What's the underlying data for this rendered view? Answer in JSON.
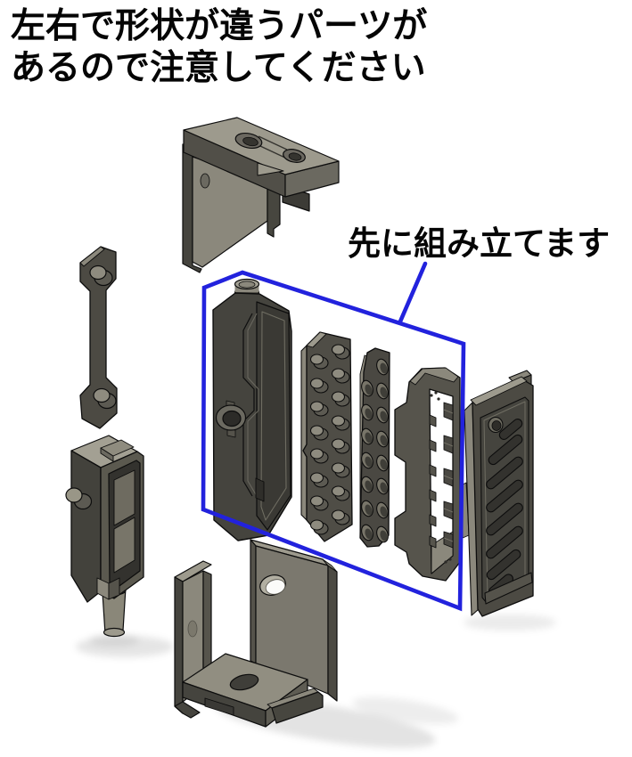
{
  "heading": {
    "line1": "左右で形状が違うパーツが",
    "line2": "あるので注意してください"
  },
  "callout": {
    "label": "先に組み立てます",
    "box_color": "#2222dd"
  },
  "colors": {
    "background": "#ffffff",
    "text": "#050505",
    "outline": "#0d0d0d",
    "part_dark": "#45443e",
    "part_mid": "#6b6960",
    "part_light": "#8b887c",
    "part_lighter": "#9d9a8d"
  }
}
